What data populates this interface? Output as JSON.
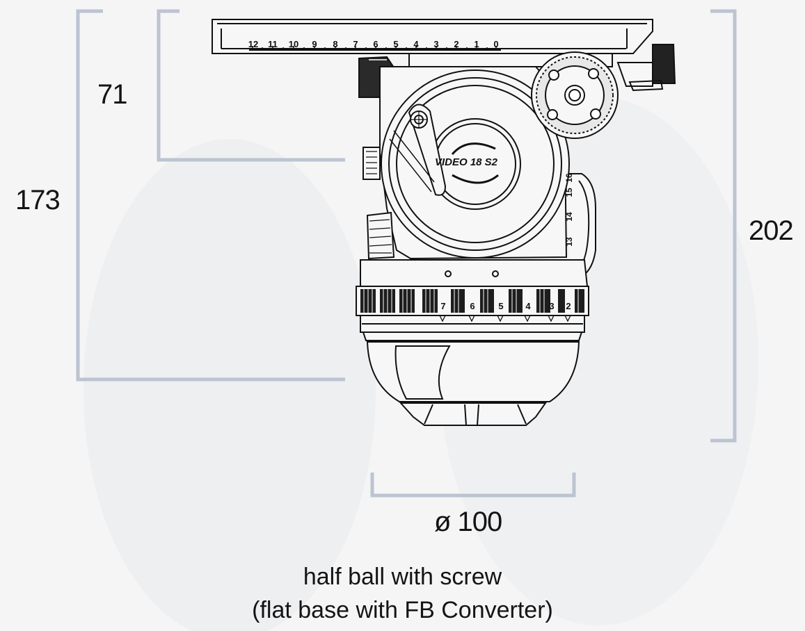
{
  "dimensions": {
    "top_height": "71",
    "total_height": "173",
    "overall_height": "202",
    "base_diameter": "ø 100"
  },
  "scale": {
    "plate_ticks": [
      "12",
      "11",
      "10",
      "9",
      "8",
      "7",
      "6",
      "5",
      "4",
      "3",
      "2",
      "1",
      "0"
    ],
    "ring_numbers": [
      "7",
      "6",
      "5",
      "4",
      "3",
      "2"
    ],
    "side_numbers": [
      "16",
      "15",
      "14",
      "13"
    ]
  },
  "product_label": "VIDEO 18 S2",
  "caption": {
    "line1": "half ball with screw",
    "line2": "(flat base with FB Converter)"
  },
  "colors": {
    "bracket": "#bcc3d1",
    "line": "#111111",
    "background": "#f5f5f6"
  }
}
